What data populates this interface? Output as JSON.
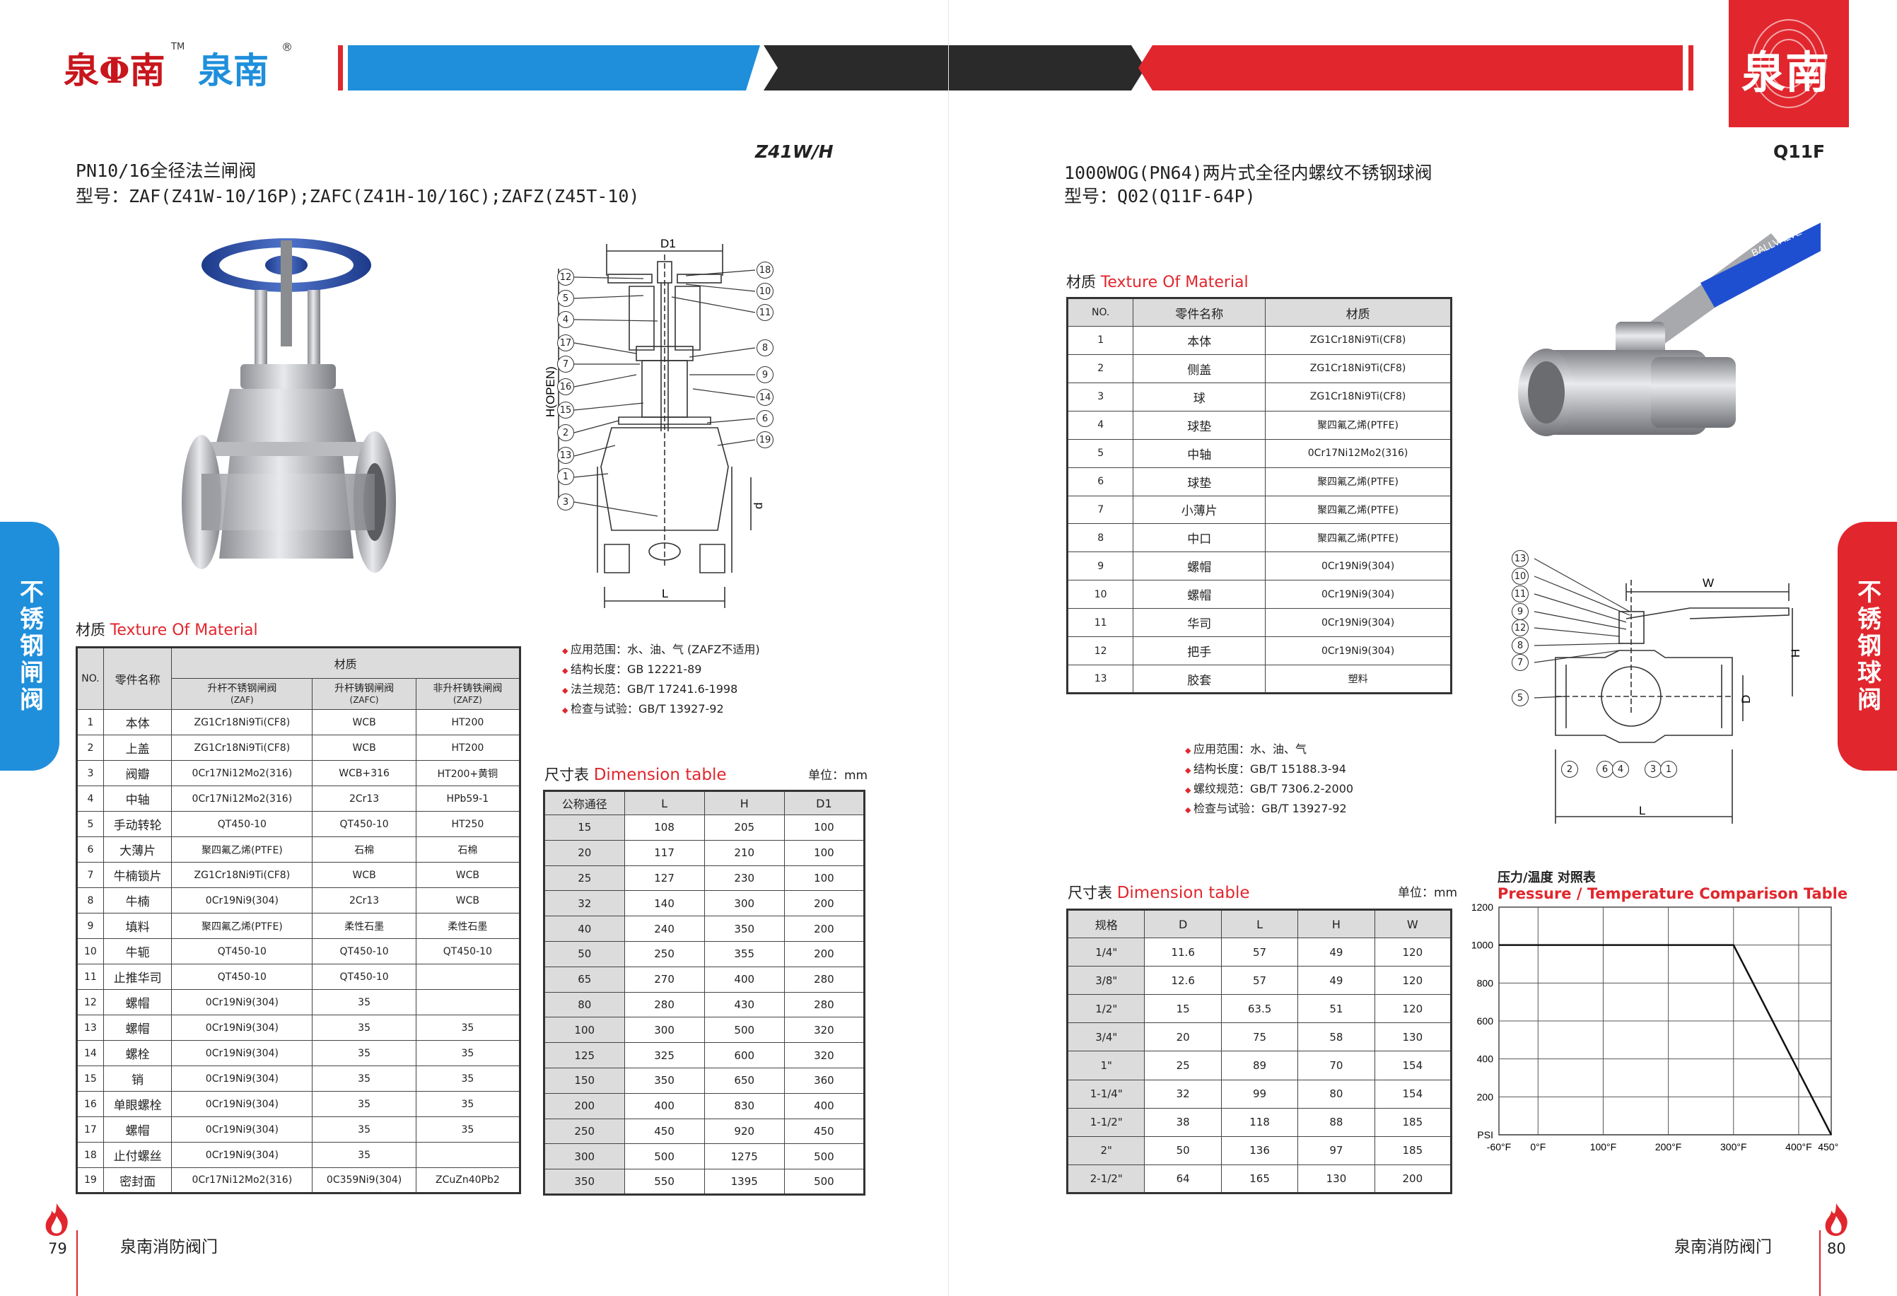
{
  "left_page": {
    "logo_script": "泉Φ南",
    "logo_tm": "TM",
    "logo_text": "泉南",
    "logo_reg": "®",
    "model_code": "Z41W/H",
    "title": "PN10/16全径法兰闸阀",
    "model_line": "型号：ZAF(Z41W-10/16P);ZAFC(Z41H-10/16C);ZAFZ(Z45T-10)",
    "side_tab": "不锈钢闸阀",
    "material_heading_cn": "材质",
    "material_heading_en": "Texture Of Material",
    "material_table": {
      "headers": [
        "NO.",
        "零件名称",
        "材质"
      ],
      "sub_headers": [
        {
          "name": "升杆不锈钢闸阀",
          "code": "(ZAF)"
        },
        {
          "name": "升杆铸钢闸阀",
          "code": "(ZAFC)"
        },
        {
          "name": "非升杆铸铁闸阀",
          "code": "(ZAFZ)"
        }
      ],
      "rows": [
        [
          "1",
          "本体",
          "ZG1Cr18Ni9Ti(CF8)",
          "WCB",
          "HT200"
        ],
        [
          "2",
          "上盖",
          "ZG1Cr18Ni9Ti(CF8)",
          "WCB",
          "HT200"
        ],
        [
          "3",
          "阀瓣",
          "0Cr17Ni12Mo2(316)",
          "WCB+316",
          "HT200+黄铜"
        ],
        [
          "4",
          "中轴",
          "0Cr17Ni12Mo2(316)",
          "2Cr13",
          "HPb59-1"
        ],
        [
          "5",
          "手动转轮",
          "QT450-10",
          "QT450-10",
          "HT250"
        ],
        [
          "6",
          "大薄片",
          "聚四氟乙烯(PTFE)",
          "石棉",
          "石棉"
        ],
        [
          "7",
          "牛楠锁片",
          "ZG1Cr18Ni9Ti(CF8)",
          "WCB",
          "WCB"
        ],
        [
          "8",
          "牛楠",
          "0Cr19Ni9(304)",
          "2Cr13",
          "WCB"
        ],
        [
          "9",
          "填料",
          "聚四氟乙烯(PTFE)",
          "柔性石墨",
          "柔性石墨"
        ],
        [
          "10",
          "牛轭",
          "QT450-10",
          "QT450-10",
          "QT450-10"
        ],
        [
          "11",
          "止推华司",
          "QT450-10",
          "QT450-10",
          ""
        ],
        [
          "12",
          "螺帽",
          "0Cr19Ni9(304)",
          "35",
          ""
        ],
        [
          "13",
          "螺帽",
          "0Cr19Ni9(304)",
          "35",
          "35"
        ],
        [
          "14",
          "螺栓",
          "0Cr19Ni9(304)",
          "35",
          "35"
        ],
        [
          "15",
          "销",
          "0Cr19Ni9(304)",
          "35",
          "35"
        ],
        [
          "16",
          "单眼螺栓",
          "0Cr19Ni9(304)",
          "35",
          "35"
        ],
        [
          "17",
          "螺帽",
          "0Cr19Ni9(304)",
          "35",
          "35"
        ],
        [
          "18",
          "止付螺丝",
          "0Cr19Ni9(304)",
          "35",
          ""
        ],
        [
          "19",
          "密封面",
          "0Cr17Ni12Mo2(316)",
          "0C359Ni9(304)",
          "ZCuZn40Pb2"
        ]
      ]
    },
    "specs": [
      "应用范围：水、油、气 (ZAFZ不适用)",
      "结构长度：GB 12221-89",
      "法兰规范：GB/T 17241.6-1998",
      "检查与试验：GB/T 13927-92"
    ],
    "dimension_heading_cn": "尺寸表",
    "dimension_heading_en": "Dimension table",
    "unit": "单位：mm",
    "dimension_table": {
      "headers": [
        "公称通径",
        "L",
        "H",
        "D1"
      ],
      "rows": [
        [
          "15",
          "108",
          "205",
          "100"
        ],
        [
          "20",
          "117",
          "210",
          "100"
        ],
        [
          "25",
          "127",
          "230",
          "100"
        ],
        [
          "32",
          "140",
          "300",
          "200"
        ],
        [
          "40",
          "240",
          "350",
          "200"
        ],
        [
          "50",
          "250",
          "355",
          "200"
        ],
        [
          "65",
          "270",
          "400",
          "280"
        ],
        [
          "80",
          "280",
          "430",
          "280"
        ],
        [
          "100",
          "300",
          "500",
          "320"
        ],
        [
          "125",
          "325",
          "600",
          "320"
        ],
        [
          "150",
          "350",
          "650",
          "360"
        ],
        [
          "200",
          "400",
          "830",
          "400"
        ],
        [
          "250",
          "450",
          "920",
          "450"
        ],
        [
          "300",
          "500",
          "1275",
          "500"
        ],
        [
          "350",
          "550",
          "1395",
          "500"
        ]
      ]
    },
    "diagram_labels_left": [
      "12",
      "5",
      "4",
      "17",
      "7",
      "16",
      "15",
      "2",
      "13",
      "1",
      "3"
    ],
    "diagram_labels_right": [
      "18",
      "10",
      "11",
      "8",
      "9",
      "14",
      "6",
      "19"
    ],
    "diagram_dim_labels": {
      "top": "D1",
      "side": "H(OPEN)",
      "right": "d",
      "bottom": "L"
    },
    "page_number": "79",
    "footer": "泉南消防阀门"
  },
  "right_page": {
    "corner_logo": "泉南",
    "model_code": "Q11F",
    "title": "1000WOG(PN64)两片式全径内螺纹不锈钢球阀",
    "model_line": "型号：Q02(Q11F-64P)",
    "side_tab": "不锈钢球阀",
    "material_heading_cn": "材质",
    "material_heading_en": "Texture Of Material",
    "material_table": {
      "headers": [
        "NO.",
        "零件名称",
        "材质"
      ],
      "rows": [
        [
          "1",
          "本体",
          "ZG1Cr18Ni9Ti(CF8)"
        ],
        [
          "2",
          "侧盖",
          "ZG1Cr18Ni9Ti(CF8)"
        ],
        [
          "3",
          "球",
          "ZG1Cr18Ni9Ti(CF8)"
        ],
        [
          "4",
          "球垫",
          "聚四氟乙烯(PTFE)"
        ],
        [
          "5",
          "中轴",
          "0Cr17Ni12Mo2(316)"
        ],
        [
          "6",
          "球垫",
          "聚四氟乙烯(PTFE)"
        ],
        [
          "7",
          "小薄片",
          "聚四氟乙烯(PTFE)"
        ],
        [
          "8",
          "中口",
          "聚四氟乙烯(PTFE)"
        ],
        [
          "9",
          "螺帽",
          "0Cr19Ni9(304)"
        ],
        [
          "10",
          "螺帽",
          "0Cr19Ni9(304)"
        ],
        [
          "11",
          "华司",
          "0Cr19Ni9(304)"
        ],
        [
          "12",
          "把手",
          "0Cr19Ni9(304)"
        ],
        [
          "13",
          "胶套",
          "塑料"
        ]
      ]
    },
    "handle_text": "BALLVALVE",
    "specs": [
      "应用范围：水、油、气",
      "结构长度：GB/T 15188.3-94",
      "螺纹规范：GB/T 7306.2-2000",
      "检查与试验：GB/T 13927-92"
    ],
    "diagram_labels_left": [
      "13",
      "10",
      "11",
      "9",
      "12",
      "8",
      "7",
      "5"
    ],
    "diagram_labels_bottom": [
      "2",
      "6",
      "4",
      "3",
      "1"
    ],
    "diagram_dim_labels": {
      "top": "W",
      "side": "H",
      "right": "D",
      "bottom": "L"
    },
    "dimension_heading_cn": "尺寸表",
    "dimension_heading_en": "Dimension table",
    "unit": "单位：mm",
    "dimension_table": {
      "headers": [
        "规格",
        "D",
        "L",
        "H",
        "W"
      ],
      "rows": [
        [
          "1/4\"",
          "11.6",
          "57",
          "49",
          "120"
        ],
        [
          "3/8\"",
          "12.6",
          "57",
          "49",
          "120"
        ],
        [
          "1/2\"",
          "15",
          "63.5",
          "51",
          "120"
        ],
        [
          "3/4\"",
          "20",
          "75",
          "58",
          "130"
        ],
        [
          "1\"",
          "25",
          "89",
          "70",
          "154"
        ],
        [
          "1-1/4\"",
          "32",
          "99",
          "80",
          "154"
        ],
        [
          "1-1/2\"",
          "38",
          "118",
          "88",
          "185"
        ],
        [
          "2\"",
          "50",
          "136",
          "97",
          "185"
        ],
        [
          "2-1/2\"",
          "64",
          "165",
          "130",
          "200"
        ]
      ]
    },
    "chart_heading_cn": "压力/温度 对照表",
    "chart_heading_en": "Pressure / Temperature Comparison Table",
    "chart_data": {
      "type": "line",
      "title": "Pressure / Temperature Comparison Table",
      "ylabel": "PSI",
      "xlabel": "",
      "x_ticks": [
        "-60°F",
        "0°F",
        "100°F",
        "200°F",
        "300°F",
        "400°F",
        "450°F"
      ],
      "x_tick_values": [
        -60,
        0,
        100,
        200,
        300,
        400,
        450
      ],
      "y_ticks": [
        "1200",
        "1000",
        "800",
        "600",
        "400",
        "200"
      ],
      "y_tick_values": [
        1200,
        1000,
        800,
        600,
        400,
        200
      ],
      "xlim": [
        -60,
        450
      ],
      "ylim": [
        0,
        1200
      ],
      "grid": true,
      "series": [
        {
          "x": [
            -60,
            300,
            450
          ],
          "y": [
            1000,
            1000,
            0
          ]
        }
      ]
    },
    "page_number": "80",
    "footer": "泉南消防阀门"
  },
  "colors": {
    "brand_red": "#e1262d",
    "brand_blue": "#1f8fdb",
    "dark": "#2a2a2a",
    "heading_red": "#e1262d"
  }
}
